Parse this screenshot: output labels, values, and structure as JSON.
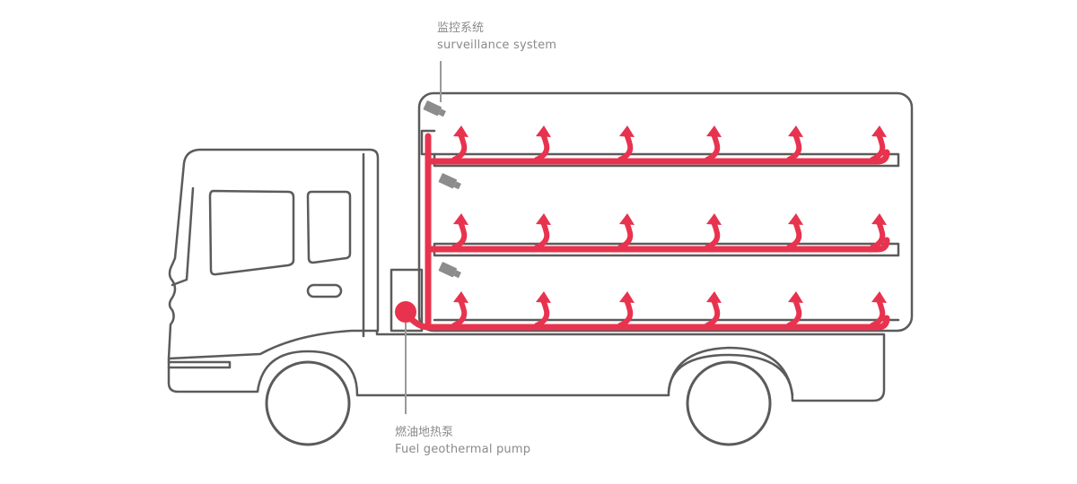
{
  "callouts": {
    "camera": {
      "zh": "监控系统",
      "en": "surveillance system"
    },
    "pump": {
      "zh": "燃油地热泵",
      "en": "Fuel geothermal pump"
    }
  },
  "colors": {
    "outline": "#5b5b5b",
    "heat": "#e8334f",
    "camera": "#8c8c8c",
    "leader": "#9a9a9a"
  },
  "icons": [
    "camera-icon",
    "pump-icon",
    "heat-arrow-icon",
    "wheel-icon"
  ]
}
